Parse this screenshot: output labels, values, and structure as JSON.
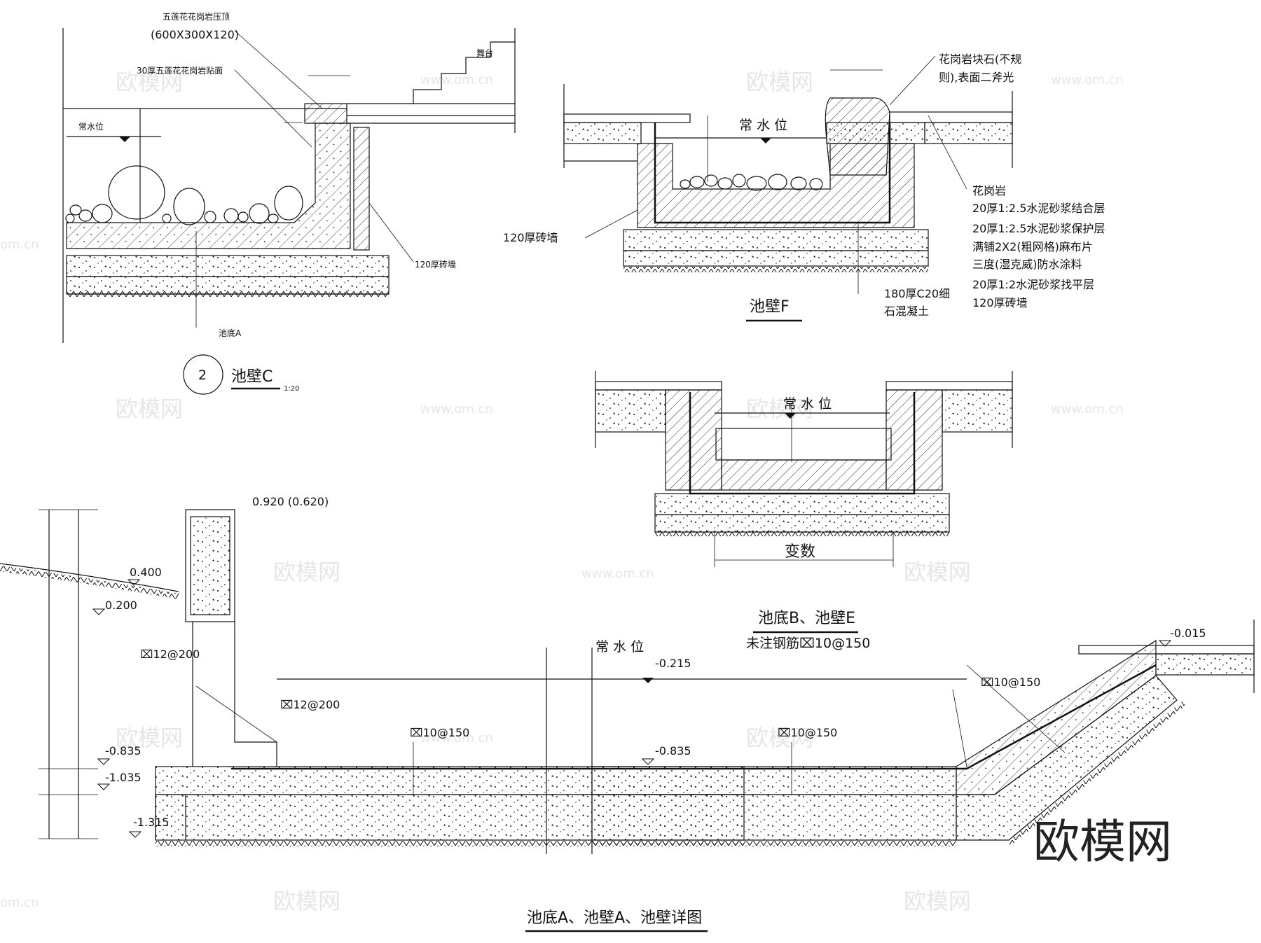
{
  "watermark": {
    "brand": "欧模网",
    "url": "www.om.cn",
    "url_short": "om.cn"
  },
  "drawing": {
    "title": "池底A、池壁A、池壁详图",
    "section_c": {
      "number": "2",
      "title": "池壁C",
      "scale": "1:20",
      "labels": {
        "coping": "五莲花花岗岩压顶",
        "coping_size": "(600X300X120)",
        "facing": "30厚五莲花花岗岩贴面",
        "stage": "舞台",
        "water_level": "常水位",
        "brick_wall": "120厚砖墙",
        "pool_bottom": "池底A"
      }
    },
    "section_f": {
      "title": "池壁F",
      "labels": {
        "water_level": "常 水 位",
        "granite_block_1": "花岗岩块石(不规",
        "granite_block_2": "则),表面二斧光",
        "brick_wall_left": "120厚砖墙",
        "concrete_1": "180厚C20细",
        "concrete_2": "石混凝土"
      },
      "layers": [
        "花岗岩",
        "20厚1:2.5水泥砂浆结合层",
        "20厚1:2.5水泥砂浆保护层",
        "满铺2X2(粗网格)麻布片",
        "三度(湿克威)防水涂料",
        "20厚1:2水泥砂浆找平层",
        "120厚砖墙"
      ]
    },
    "section_b": {
      "title": "池底B、池壁E",
      "water_level": "常 水 位",
      "variable": "变数",
      "note": "未注钢筋⌧10@150"
    },
    "section_a": {
      "water_level": "常 水 位",
      "elev_top": "0.920 (0.620)",
      "elev_0400": "0.400",
      "elev_0200": "0.200",
      "elev_m0835_left": "-0.835",
      "elev_m1035": "-1.035",
      "elev_m1315": "-1.315",
      "elev_m0215": "-0.215",
      "elev_m0835_mid": "-0.835",
      "elev_m0015": "-0.015",
      "rebar_12_a": "⌧12@200",
      "rebar_12_b": "⌧12@200",
      "rebar_10_a": "⌧10@150",
      "rebar_10_b": "⌧10@150",
      "rebar_10_c": "⌧10@150"
    }
  }
}
